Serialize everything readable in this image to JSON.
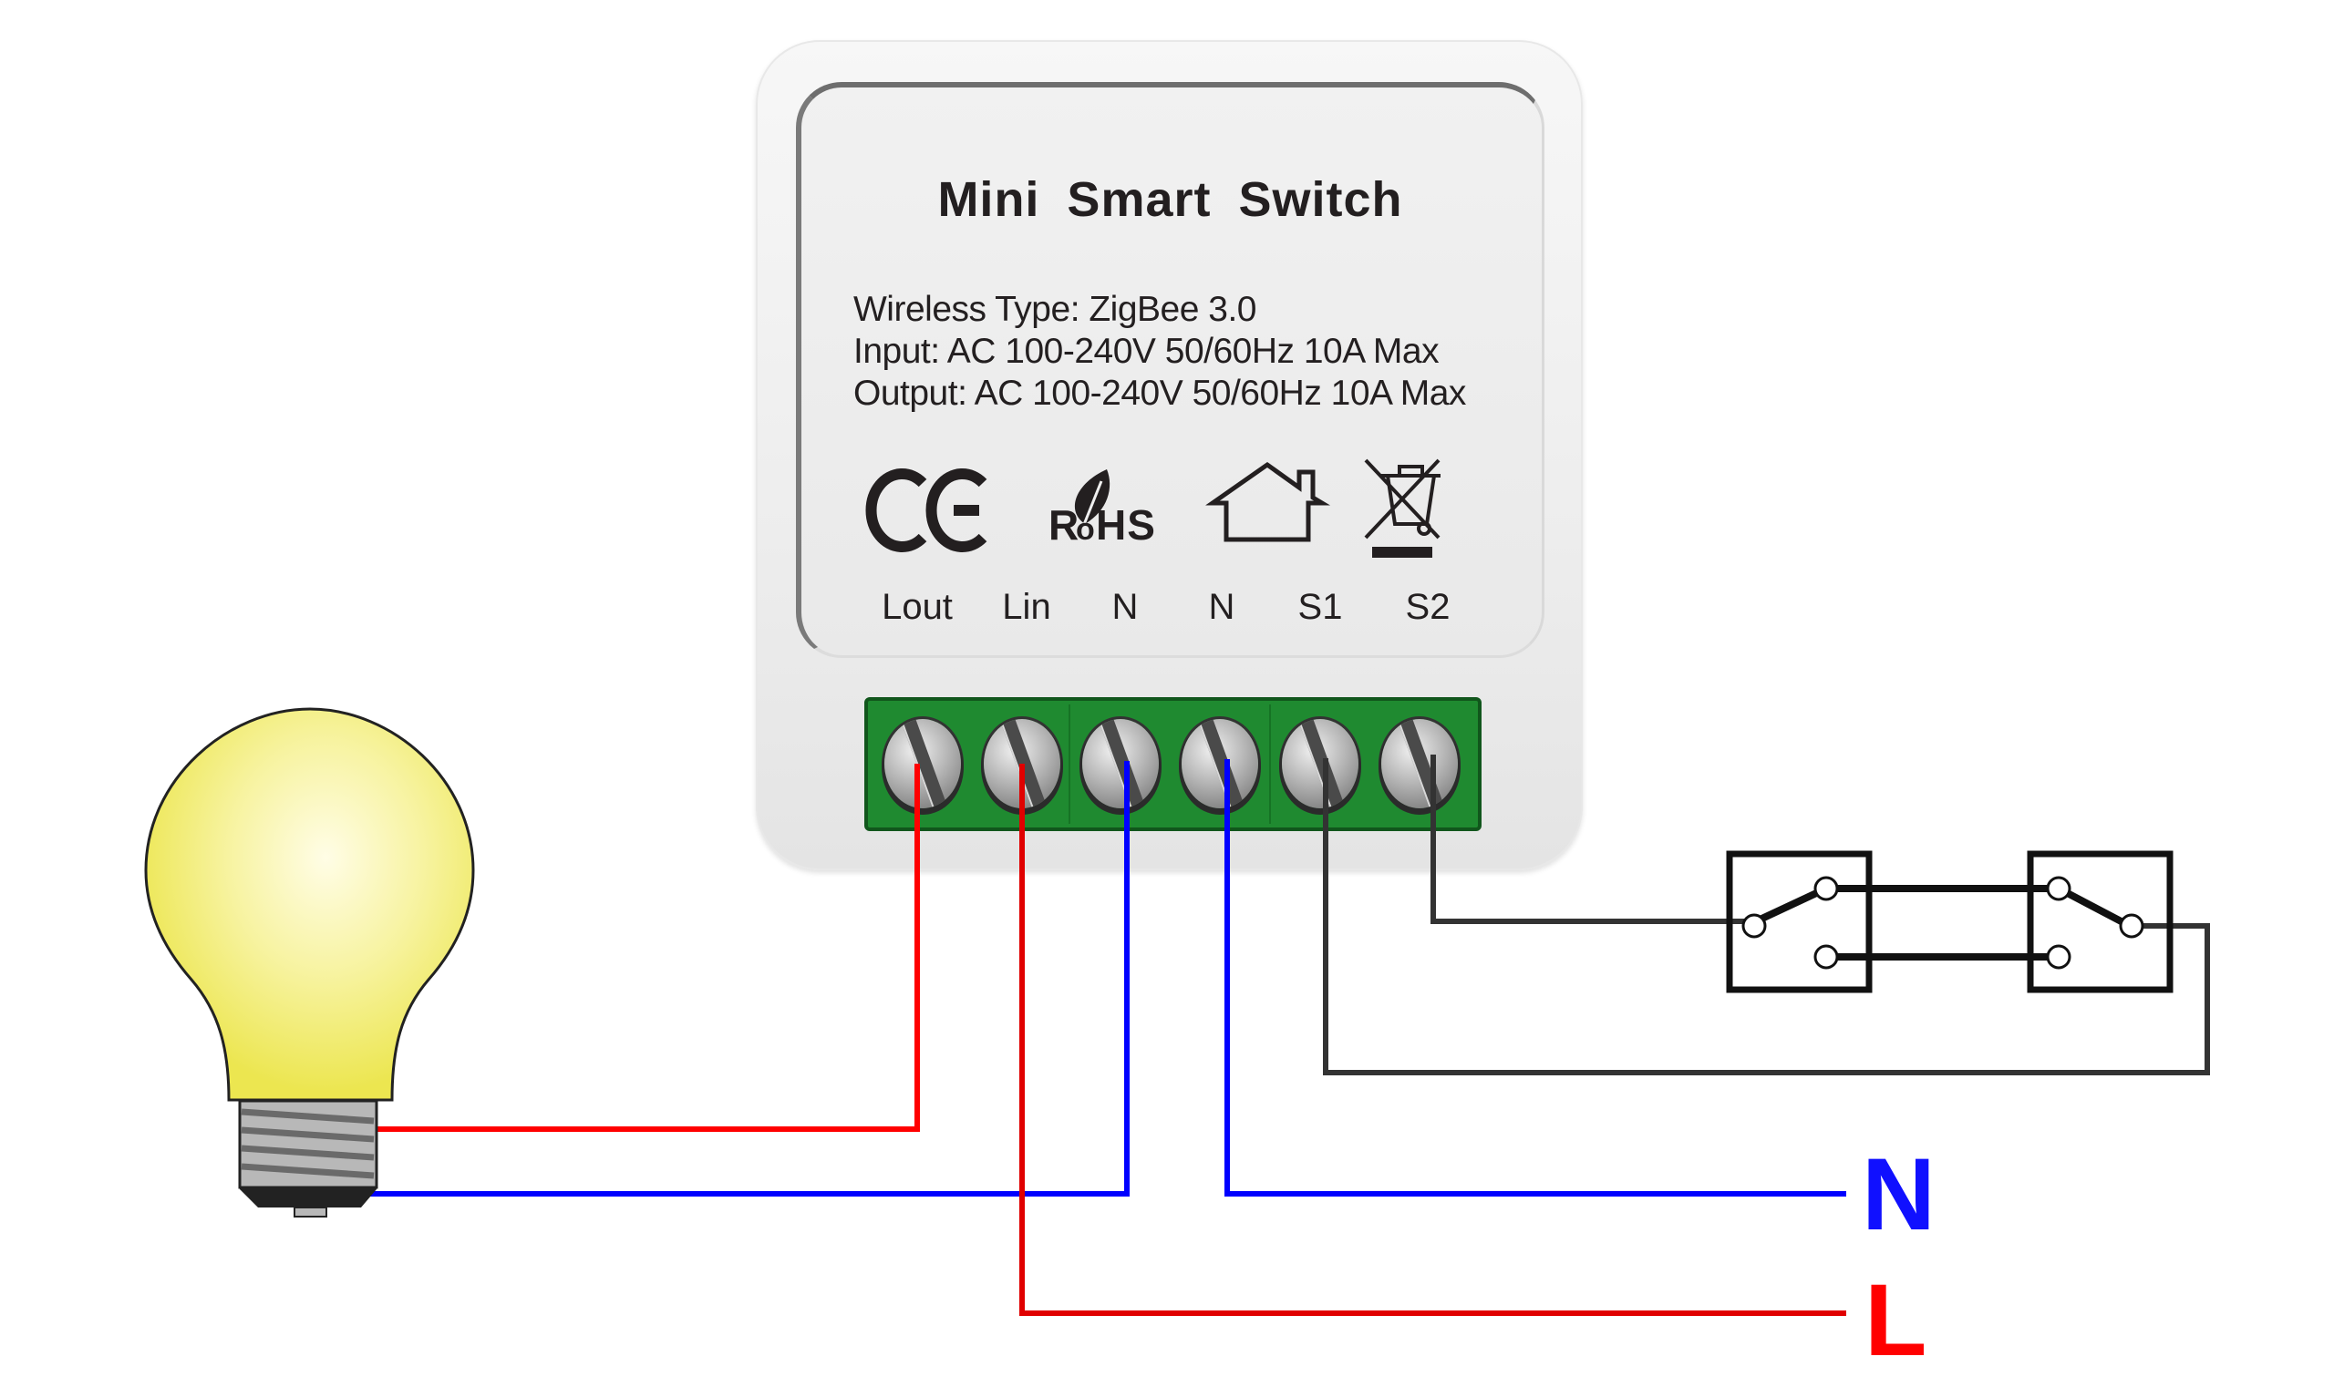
{
  "device": {
    "title": "Mini  Smart  Switch",
    "specs": [
      "Wireless Type: ZigBee 3.0",
      "Input: AC 100-240V 50/60Hz 10A Max",
      "Output: AC 100-240V 50/60Hz 10A Max"
    ],
    "certifications": [
      {
        "name": "ce-mark-icon",
        "label": "CE"
      },
      {
        "name": "rohs-icon",
        "label": "RoHS"
      },
      {
        "name": "indoor-use-house-icon",
        "label": ""
      },
      {
        "name": "weee-crossed-bin-icon",
        "label": ""
      }
    ],
    "terminals": [
      "Lout",
      "Lin",
      "N",
      "N",
      "S1",
      "S2"
    ]
  },
  "wiring": {
    "colors": {
      "live": "#ff0000",
      "neutral": "#0000ff",
      "switch": "#333333",
      "terminal_block": "#1f8a30",
      "bulb": "#eeea5a"
    },
    "connections": [
      {
        "from": "Lout",
        "to": "bulb",
        "color": "live"
      },
      {
        "from": "N",
        "to": "bulb",
        "color": "neutral"
      },
      {
        "from": "Lin",
        "to": "L",
        "color": "live"
      },
      {
        "from": "N",
        "to": "N",
        "color": "neutral"
      },
      {
        "from": "S1",
        "to": "switch-2-common",
        "color": "switch"
      },
      {
        "from": "S2",
        "to": "switch-1-common",
        "color": "switch"
      }
    ]
  },
  "mains": {
    "neutral_label": "N",
    "live_label": "L"
  },
  "switches": [
    {
      "name": "two-way-switch-1",
      "position": "up"
    },
    {
      "name": "two-way-switch-2",
      "position": "up"
    }
  ]
}
